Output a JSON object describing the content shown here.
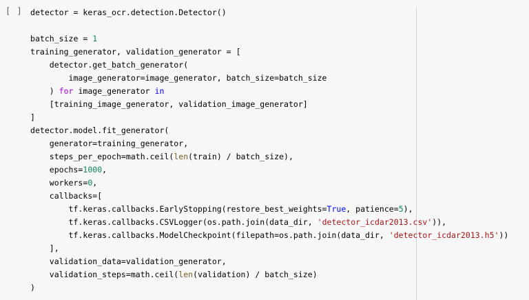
{
  "cell": {
    "run_indicator": "[ ]",
    "language": "python"
  },
  "colors": {
    "background": "#f7f7f7",
    "keyword_control": "#af00db",
    "keyword": "#0000ff",
    "number": "#098658",
    "string": "#a31515",
    "builtin": "#795e26",
    "ruler": "#d3d3d3"
  },
  "code_lines": [
    [
      {
        "t": "detector = keras_ocr.detection.Detector()"
      }
    ],
    [
      {
        "t": ""
      }
    ],
    [
      {
        "t": "batch_size = "
      },
      {
        "t": "1",
        "c": "num"
      }
    ],
    [
      {
        "t": "training_generator, validation_generator = ["
      }
    ],
    [
      {
        "t": "    detector.get_batch_generator("
      }
    ],
    [
      {
        "t": "        image_generator=image_generator, batch_size=batch_size"
      }
    ],
    [
      {
        "t": "    ) "
      },
      {
        "t": "for",
        "c": "kw"
      },
      {
        "t": " image_generator "
      },
      {
        "t": "in",
        "c": "kw2"
      }
    ],
    [
      {
        "t": "    [training_image_generator, validation_image_generator]"
      }
    ],
    [
      {
        "t": "]"
      }
    ],
    [
      {
        "t": "detector.model.fit_generator("
      }
    ],
    [
      {
        "t": "    generator=training_generator,"
      }
    ],
    [
      {
        "t": "    steps_per_epoch=math.ceil("
      },
      {
        "t": "len",
        "c": "fn"
      },
      {
        "t": "(train) / batch_size),"
      }
    ],
    [
      {
        "t": "    epochs="
      },
      {
        "t": "1000",
        "c": "num"
      },
      {
        "t": ","
      }
    ],
    [
      {
        "t": "    workers="
      },
      {
        "t": "0",
        "c": "num"
      },
      {
        "t": ","
      }
    ],
    [
      {
        "t": "    callbacks=["
      }
    ],
    [
      {
        "t": "        tf.keras.callbacks.EarlyStopping(restore_best_weights="
      },
      {
        "t": "True",
        "c": "kw2"
      },
      {
        "t": ", patience="
      },
      {
        "t": "5",
        "c": "num"
      },
      {
        "t": "),"
      }
    ],
    [
      {
        "t": "        tf.keras.callbacks.CSVLogger(os.path.join(data_dir, "
      },
      {
        "t": "'detector_icdar2013.csv'",
        "c": "str"
      },
      {
        "t": ")),"
      }
    ],
    [
      {
        "t": "        tf.keras.callbacks.ModelCheckpoint(filepath=os.path.join(data_dir, "
      },
      {
        "t": "'detector_icdar2013.h5'",
        "c": "str"
      },
      {
        "t": "))"
      }
    ],
    [
      {
        "t": "    ],"
      }
    ],
    [
      {
        "t": "    validation_data=validation_generator,"
      }
    ],
    [
      {
        "t": "    validation_steps=math.ceil("
      },
      {
        "t": "len",
        "c": "fn"
      },
      {
        "t": "(validation) / batch_size)"
      }
    ],
    [
      {
        "t": ")"
      }
    ]
  ]
}
